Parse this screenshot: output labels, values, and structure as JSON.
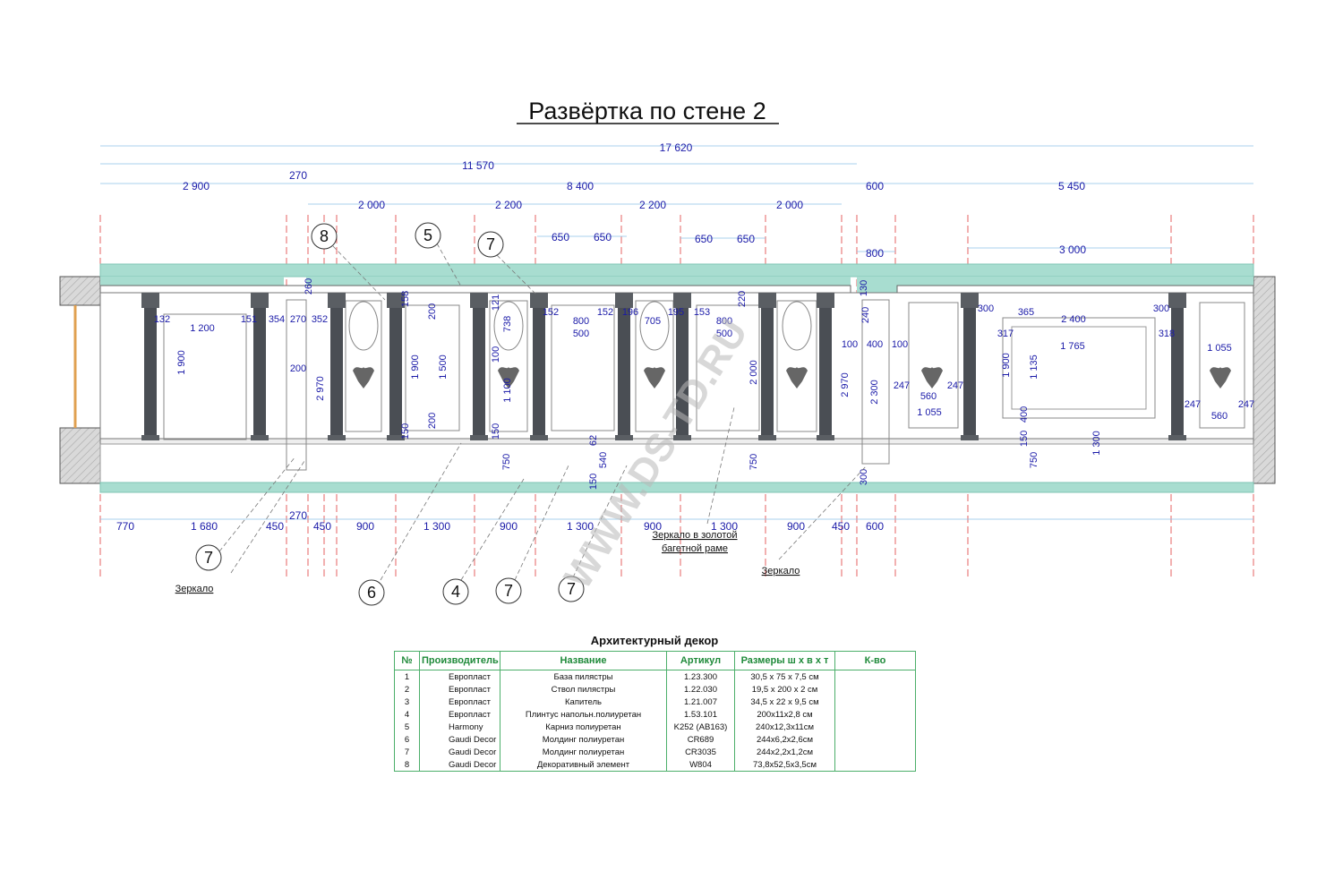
{
  "title": "Развёртка по стене 2",
  "watermark": "WWW.DS-TD.RU",
  "colors": {
    "dim": "#1a1aa8",
    "frieze": "#a8ddd0",
    "axis": "#e03c3c",
    "border": "#4caf6a"
  },
  "dimensions": {
    "overall": "17 620",
    "sub": "11 570",
    "row3": [
      "2 900",
      "270",
      "8 400",
      "600",
      "5 450"
    ],
    "row4": [
      "2 000",
      "2 200",
      "2 200",
      "2 000"
    ],
    "row5": [
      "650",
      "650",
      "650",
      "650",
      "800",
      "3 000"
    ],
    "bottom": [
      "770",
      "1 680",
      "450",
      "270",
      "450",
      "900",
      "1 300",
      "900",
      "1 300",
      "900",
      "1 300",
      "900",
      "450",
      "600"
    ],
    "inner": [
      "260",
      "130",
      "132",
      "1 200",
      "151",
      "354",
      "270",
      "352",
      "158",
      "200",
      "121",
      "738",
      "152",
      "800",
      "500",
      "152",
      "196",
      "705",
      "195",
      "153",
      "800",
      "500",
      "220",
      "240",
      "300",
      "365",
      "2 400",
      "300",
      "317",
      "1 765",
      "318",
      "1 900",
      "200",
      "2 970",
      "1 900",
      "1 500",
      "100",
      "1 100",
      "2 000",
      "2 970",
      "100",
      "400",
      "100",
      "2 300",
      "247",
      "560",
      "247",
      "1 055",
      "1 900",
      "1 135",
      "1 055",
      "247",
      "560",
      "247",
      "150",
      "200",
      "150",
      "62",
      "540",
      "150",
      "750",
      "750",
      "300",
      "400",
      "150",
      "750",
      "1 300"
    ]
  },
  "callouts": [
    "8",
    "5",
    "7",
    "7",
    "6",
    "4",
    "7",
    "7"
  ],
  "notes": {
    "mirror_left": "Зеркало",
    "mirror_gold_1": "Зеркало в золотой",
    "mirror_gold_2": "багетной раме",
    "mirror_right": "Зеркало"
  },
  "spec": {
    "title": "Архитектурный декор",
    "headers": [
      "№",
      "Производитель",
      "Название",
      "Артикул",
      "Размеры ш х в х т",
      "К-во"
    ],
    "rows": [
      [
        "1",
        "Европласт",
        "База пилястры",
        "1.23.300",
        "30,5 х 75 х 7,5 см",
        ""
      ],
      [
        "2",
        "Европласт",
        "Ствол пилястры",
        "1.22.030",
        "19,5 х 200 х 2 см",
        ""
      ],
      [
        "3",
        "Европласт",
        "Капитель",
        "1.21.007",
        "34,5 х 22 х 9,5 см",
        ""
      ],
      [
        "4",
        "Европласт",
        "Плинтус напольн.полиуретан",
        "1.53.101",
        "200х11х2,8 см",
        ""
      ],
      [
        "5",
        "Harmony",
        "Карниз полиуретан",
        "K252 (AB163)",
        "240х12,3х11см",
        ""
      ],
      [
        "6",
        "Gaudi Decor",
        "Молдинг полиуретан",
        "CR689",
        "244х6,2х2,6см",
        ""
      ],
      [
        "7",
        "Gaudi Decor",
        "Молдинг полиуретан",
        "CR3035",
        "244х2,2х1,2см",
        ""
      ],
      [
        "8",
        "Gaudi Decor",
        "Декоративный элемент",
        "W804",
        "73,8х52,5х3,5см",
        ""
      ]
    ]
  }
}
